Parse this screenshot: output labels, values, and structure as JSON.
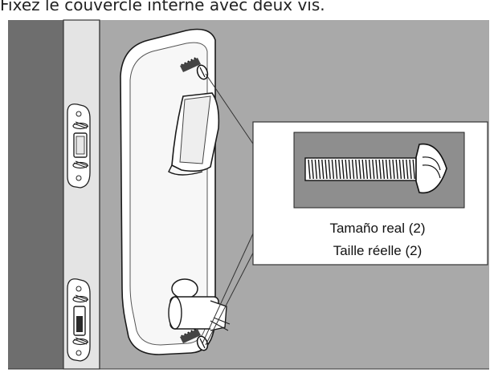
{
  "heading": "Fixez le couvercle interne avec deux vis.",
  "callout": {
    "line1": "Tamaño real (2)",
    "line2": "Taille réelle (2)"
  },
  "colors": {
    "door_edge": "#6e6e6e",
    "frame": "#e4e4e4",
    "door_face": "#a9a9a9",
    "plate": "#ffffff",
    "screw_panel": "#8e8e8e",
    "outline": "#1a1a1a"
  }
}
